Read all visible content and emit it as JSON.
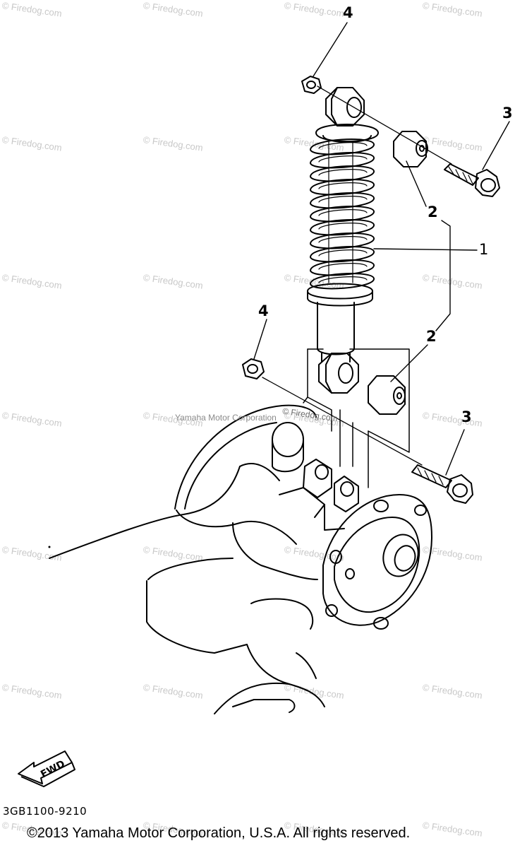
{
  "watermark": {
    "text": "© Firedog.com"
  },
  "callouts": {
    "damper": "1",
    "bushing_upper": "2",
    "bushing_lower": "2",
    "bolt_upper": "3",
    "bolt_lower": "3",
    "nut_upper": "4",
    "nut_lower": "4"
  },
  "notes": {
    "center_watermark": "Yamaha Motor Corporation",
    "center_watermark_2": "© Firedog.com"
  },
  "fwd_label": "FWD",
  "part_code": "3GB1100-9210",
  "copyright": "©2013 Yamaha Motor Corporation, U.S.A. All rights reserved."
}
